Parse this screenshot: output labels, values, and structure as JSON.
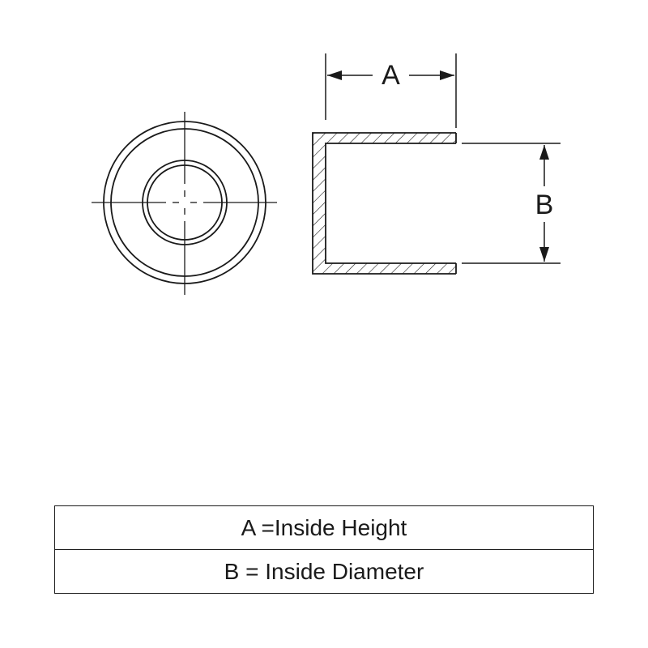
{
  "dimensions": {
    "a_label": "A",
    "b_label": "B"
  },
  "legend": {
    "rows": [
      {
        "text": "A =Inside Height"
      },
      {
        "text": "B = Inside Diameter"
      }
    ]
  },
  "colors": {
    "line": "#1a1a1a",
    "background": "#ffffff"
  }
}
